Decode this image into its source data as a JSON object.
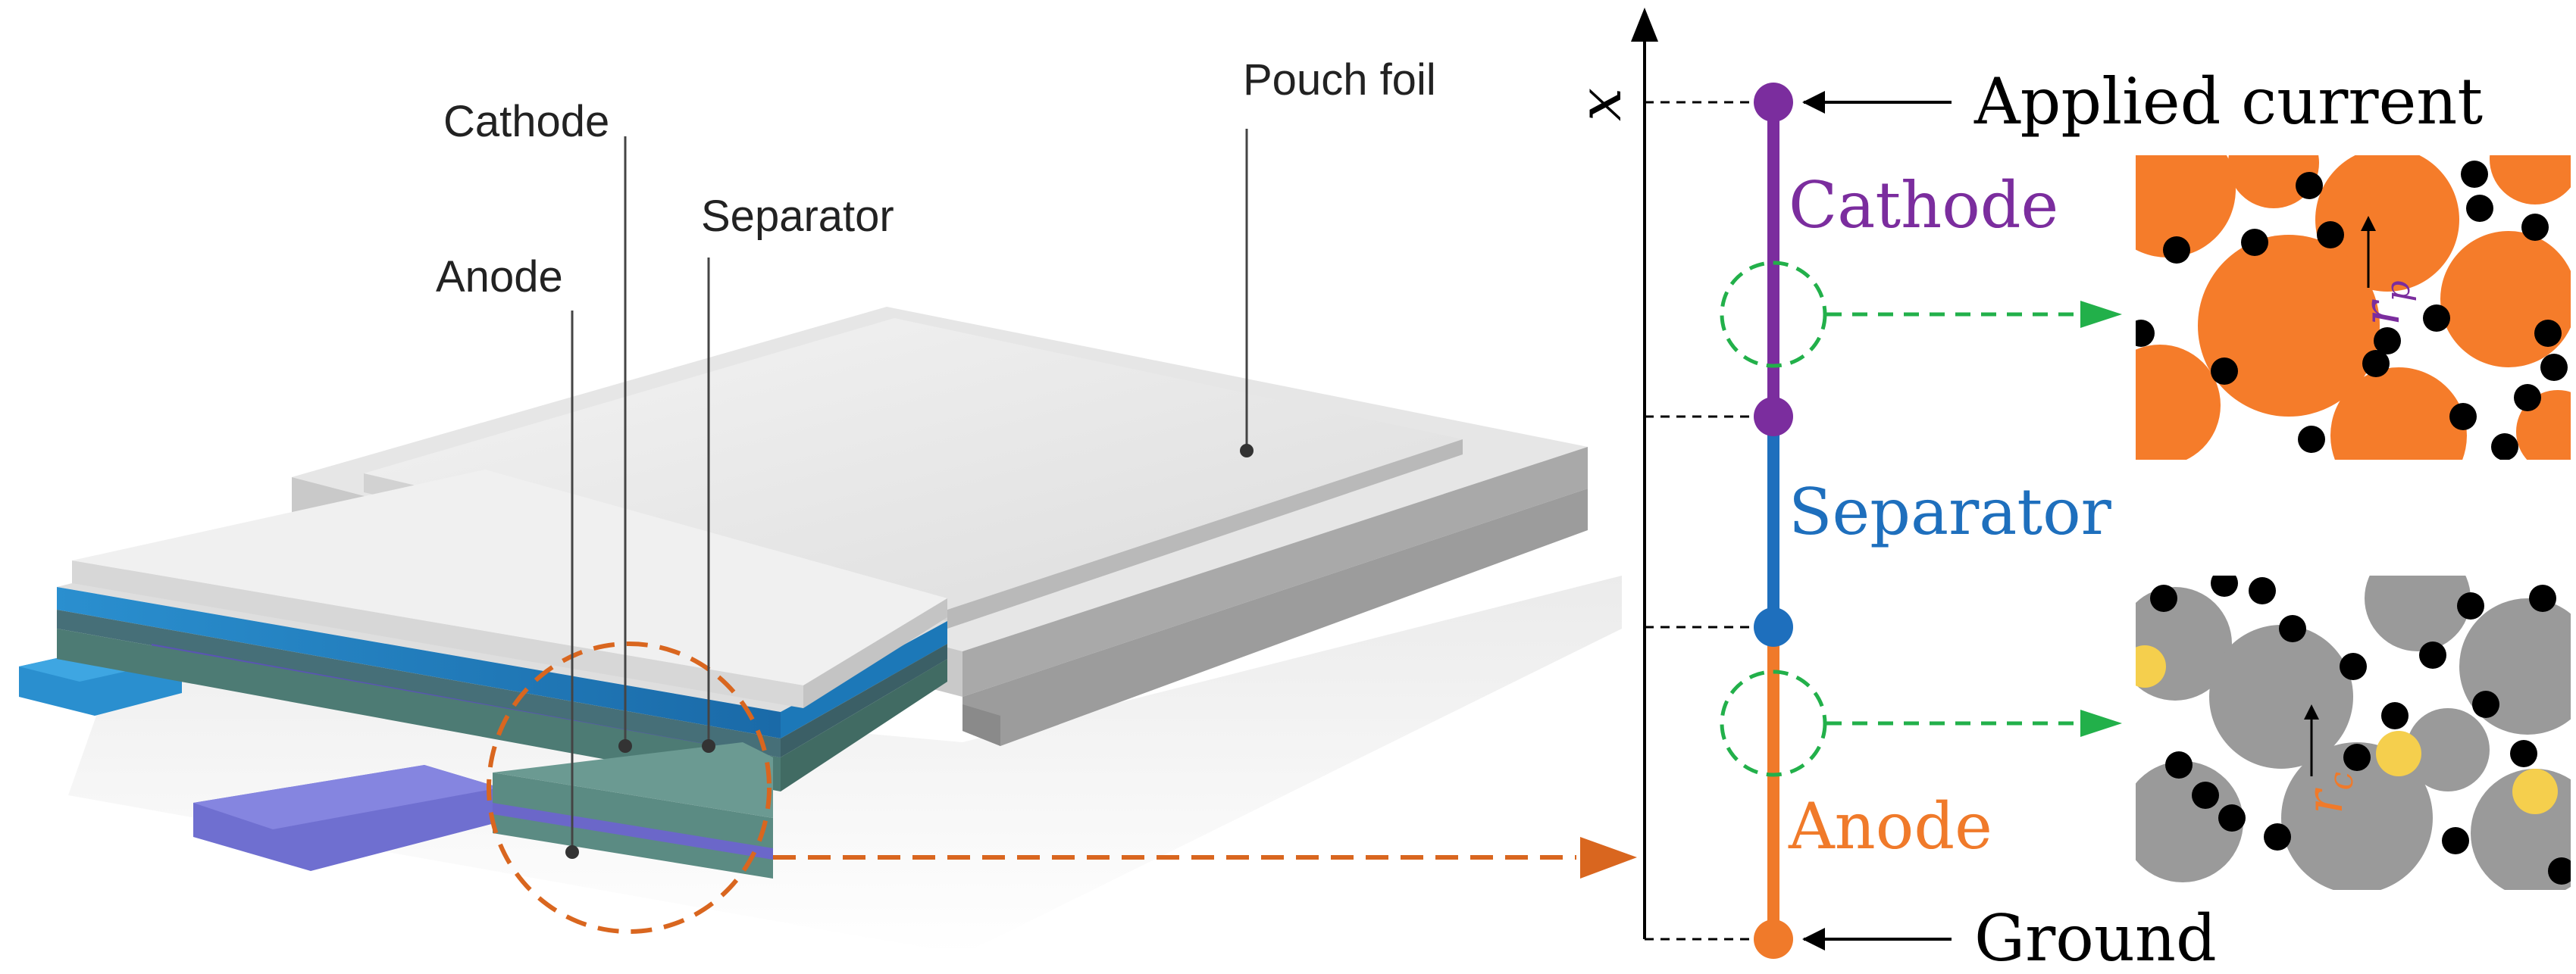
{
  "cell_labels": {
    "pouch_foil": "Pouch foil",
    "cathode": "Cathode",
    "separator": "Separator",
    "anode": "Anode"
  },
  "model": {
    "axis_label": "x",
    "applied_current": "Applied current",
    "ground": "Ground",
    "cathode": "Cathode",
    "separator": "Separator",
    "anode": "Anode",
    "rp_main": "r",
    "rp_sub": "p",
    "rc_main": "r",
    "rc_sub": "c"
  },
  "colors": {
    "cathode": "#7b2d9e",
    "separator": "#1e6fbd",
    "anode": "#f07a2a",
    "zoom_circle": "#d9661f",
    "inset_circle": "#22b04a",
    "cathode_particle": "#f57c2a",
    "anode_particle": "#9a9a9a",
    "carbon": "#000000",
    "anode_highlight": "#f5cf4d"
  }
}
